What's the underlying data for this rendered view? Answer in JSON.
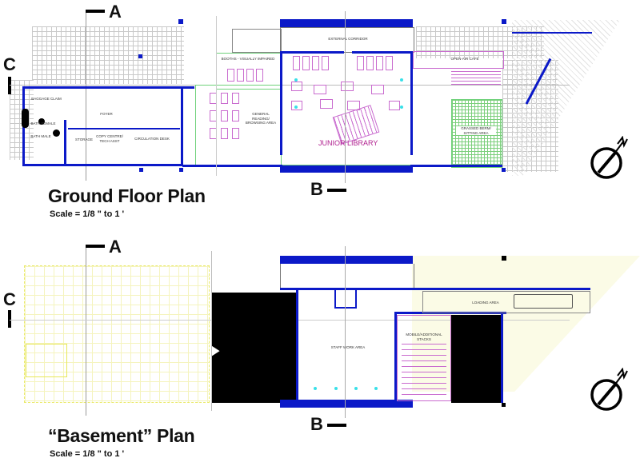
{
  "ground": {
    "title": "Ground Floor Plan",
    "scale": "Scale = 1/8 \" to 1 '",
    "rooms": {
      "external_corridor": "EXTERNAL CORRIDOR",
      "booths": "BOOTHS - VISUALLY IMPAIRED",
      "open_air_cafe": "OPEN-AIR CAFE",
      "baggage_claim": "BAGGAGE CLAIM",
      "foyer": "FOYER",
      "bath_female": "BATH FEMALE",
      "bath_male": "BATH MALE",
      "copy_centre": "COPY CENTRE/ TECH ASST",
      "storage": "STORAGE",
      "circulation_desk": "CIRCULATION DESK",
      "general_reading": "GENERAL READING/ BROWSING AREA",
      "junior_library": "JUNIOR LIBRARY",
      "grassed_berm": "GRASSED BERM/ SITTING AREA"
    }
  },
  "basement": {
    "title": "“Basement” Plan",
    "scale": "Scale = 1/8 \" to 1 '",
    "rooms": {
      "loading_area": "LOADING AREA",
      "mobile_stacks": "MOBILE/ADDITIONAL STACKS",
      "staff_work_area": "STAFF WORK AREA"
    }
  },
  "section_marks": {
    "a": "A",
    "b": "B",
    "c": "C"
  },
  "colors": {
    "wall": "#0b19c8",
    "furniture": "#c96bcf",
    "fixture": "#38e0e8",
    "basement_ghost": "#e8e85a"
  },
  "icons": [
    "north-arrow-icon"
  ]
}
